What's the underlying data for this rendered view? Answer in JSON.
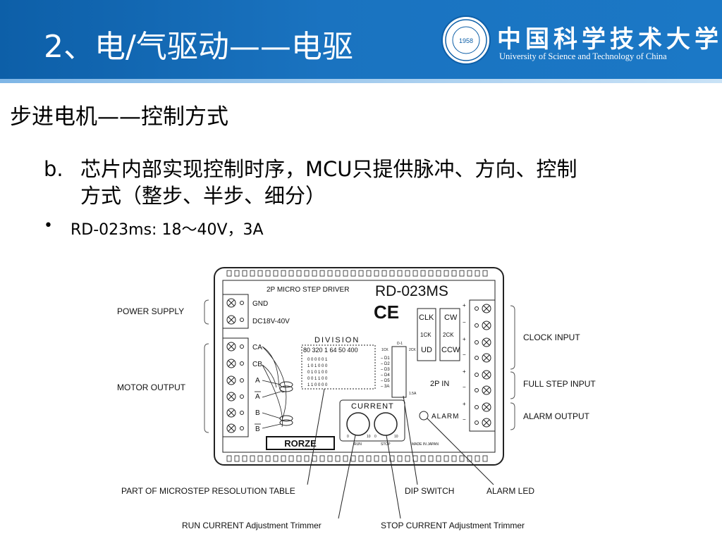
{
  "header": {
    "title": "2、电/气驱动——电驱",
    "logo_cn": "中国科学技术大学",
    "logo_en": "University of Science and Technology of China",
    "seal_year": "1958"
  },
  "subtitle": "步进电机——控制方式",
  "point_b": {
    "marker": "b.",
    "line1": "芯片内部实现控制时序，MCU只提供脉冲、方向、控制",
    "line2": "方式（整步、半步、细分）"
  },
  "bullet": {
    "symbol": "•",
    "text": "RD-023ms: 18～40V，3A"
  },
  "diagram": {
    "board_title": "2P MICRO STEP DRIVER",
    "model": "RD-023MS",
    "ce_mark": "CE",
    "left_labels": {
      "power_supply": "POWER SUPPLY",
      "motor_output": "MOTOR OUTPUT"
    },
    "right_labels": {
      "clock_input": "CLOCK INPUT",
      "full_step_input": "FULL STEP INPUT",
      "alarm_output": "ALARM OUTPUT"
    },
    "terminals": {
      "gnd": "GND",
      "dc": "DC18V-40V",
      "ca": "CA",
      "cb": "CB",
      "a": "A",
      "a_bar": "A",
      "b": "B",
      "b_bar": "B"
    },
    "division": {
      "title": "DIVISION",
      "header": "80 320 1 64 50 400",
      "rows": [
        "0  0  0  0  0  1",
        "1  0  1  0  0  0",
        "0  1  0  1  0  0",
        "0  0  1  1  0  0",
        "1  1  0  0  0  0"
      ]
    },
    "dip": {
      "top": "D-1",
      "labels": [
        "D1",
        "D2",
        "D3",
        "D4",
        "D5",
        "3A"
      ],
      "left_tag": "1CK",
      "right_tag": "2CK",
      "sw_tag": "1.5A"
    },
    "clock": {
      "clk": "CLK",
      "ck1": "1CK",
      "ud": "UD",
      "cw": "CW",
      "ck2": "2CK",
      "ccw": "CCW"
    },
    "two_p_in": "2P  IN",
    "current": "CURRENT",
    "run": "RUN",
    "stop": "STOP",
    "made_in": "MADE IN JAPAN",
    "alarm": "ALARM",
    "rorze": "RORZE",
    "callouts": {
      "resolution_table": "PART OF MICROSTEP RESOLUTION TABLE",
      "dip_switch": "DIP SWITCH",
      "alarm_led": "ALARM LED",
      "run_current": "RUN CURRENT Adjustment Trimmer",
      "stop_current": "STOP CURRENT Adjustment Trimmer"
    }
  }
}
